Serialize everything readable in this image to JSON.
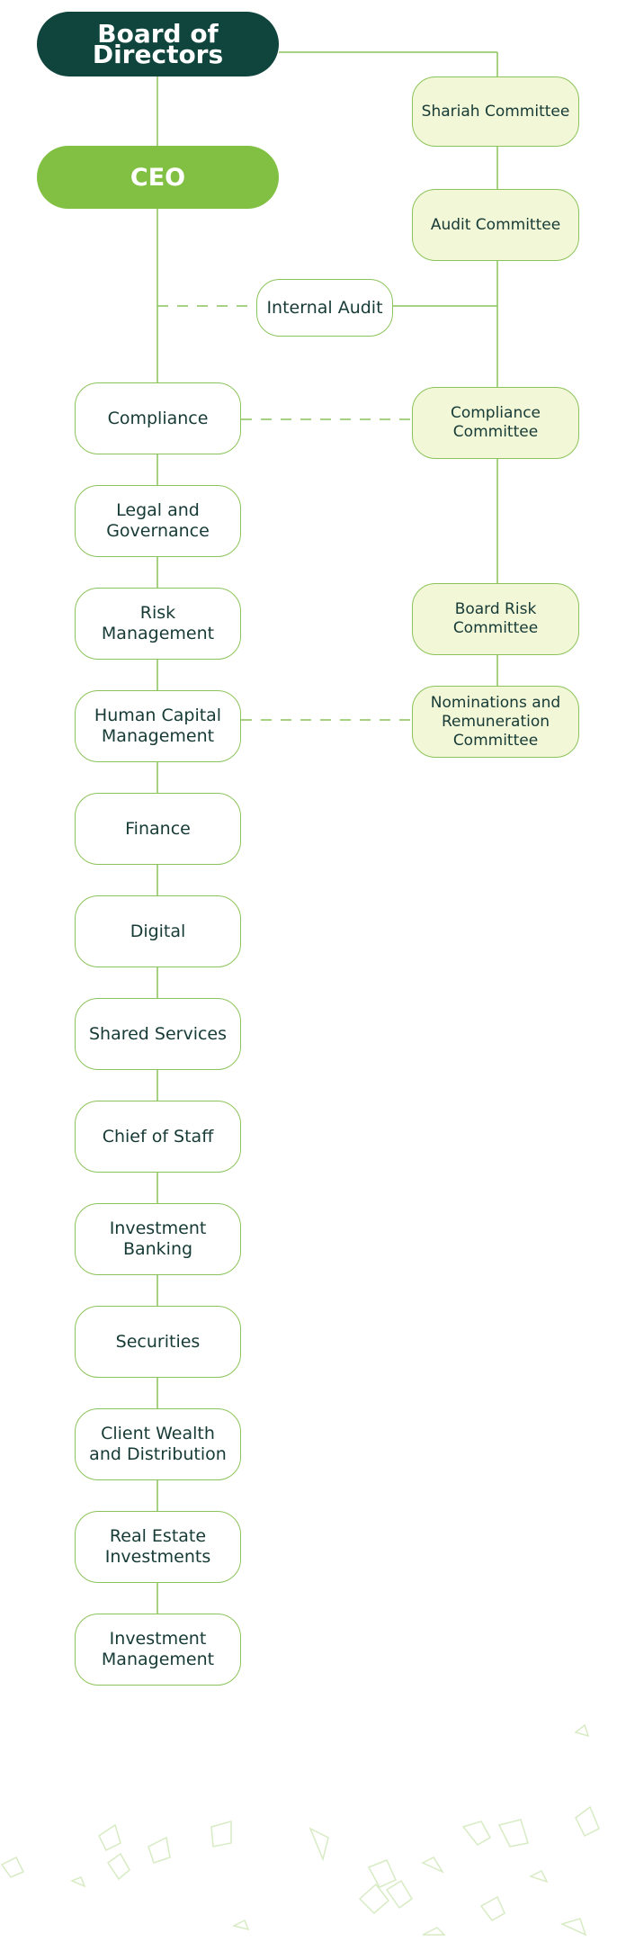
{
  "board": {
    "label": "Board of Directors"
  },
  "ceo": {
    "label": "CEO"
  },
  "internal_audit": {
    "label": "Internal Audit"
  },
  "committees": [
    {
      "id": "shariah",
      "label": "Shariah Committee"
    },
    {
      "id": "audit",
      "label": "Audit Committee"
    },
    {
      "id": "compliance-committee",
      "label": "Compliance\nCommittee"
    },
    {
      "id": "board-risk",
      "label": "Board Risk\nCommittee"
    },
    {
      "id": "nominations",
      "label": "Nominations and\nRemuneration\nCommittee"
    }
  ],
  "departments": [
    {
      "id": "compliance",
      "label": "Compliance"
    },
    {
      "id": "legal",
      "label": "Legal and\nGovernance"
    },
    {
      "id": "risk",
      "label": "Risk Management"
    },
    {
      "id": "human-capital",
      "label": "Human Capital\nManagement"
    },
    {
      "id": "finance",
      "label": "Finance"
    },
    {
      "id": "digital",
      "label": "Digital"
    },
    {
      "id": "shared-services",
      "label": "Shared Services"
    },
    {
      "id": "chief-of-staff",
      "label": "Chief of Staff"
    },
    {
      "id": "investment-banking",
      "label": "Investment Banking"
    },
    {
      "id": "securities",
      "label": "Securities"
    },
    {
      "id": "client-wealth",
      "label": "Client Wealth\nand Distribution"
    },
    {
      "id": "real-estate",
      "label": "Real Estate\nInvestments"
    },
    {
      "id": "investment-management",
      "label": "Investment\nManagement"
    }
  ],
  "colors": {
    "board": "#0f453d",
    "ceo": "#82c044",
    "line": "#8cc35a",
    "committee_fill": "#f2f7d8",
    "text": "#163a35"
  }
}
